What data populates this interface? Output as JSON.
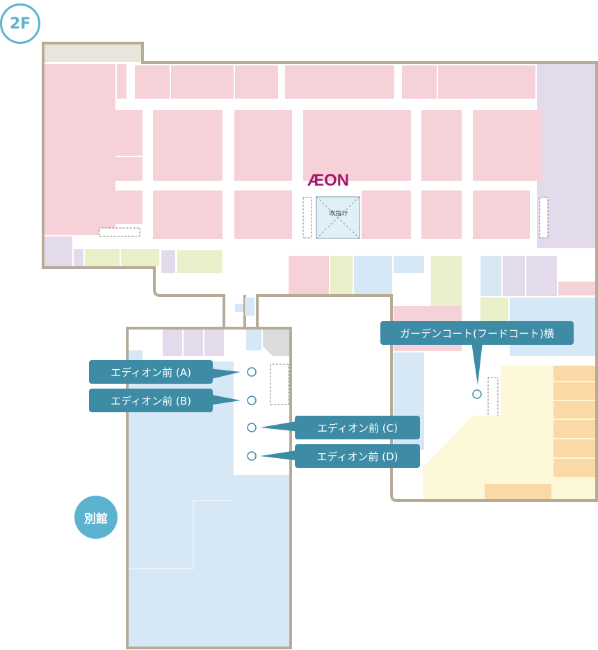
{
  "floor": {
    "label": "2F"
  },
  "building": {
    "annex_label": "別館",
    "brand_logo": "ÆON",
    "atrium_label": "吹抜け"
  },
  "locations": [
    {
      "id": "A",
      "label": "エディオン前 (A)"
    },
    {
      "id": "B",
      "label": "エディオン前 (B)"
    },
    {
      "id": "C",
      "label": "エディオン前 (C)"
    },
    {
      "id": "D",
      "label": "エディオン前 (D)"
    },
    {
      "id": "garden",
      "label": "ガーデンコート(フードコート)横"
    }
  ],
  "colors": {
    "wall": "#b5ab97",
    "shop_pink": "#f7d1d8",
    "shop_blue": "#d6e7f6",
    "shop_lavender": "#e3dbec",
    "shop_green": "#e9f0c9",
    "shop_cream": "#fdf8d8",
    "shop_orange": "#fbd9a6",
    "service_beige": "#e8e5db",
    "callout": "#3d8ba4",
    "accent": "#5bb3cf",
    "logo": "#a3196b"
  }
}
